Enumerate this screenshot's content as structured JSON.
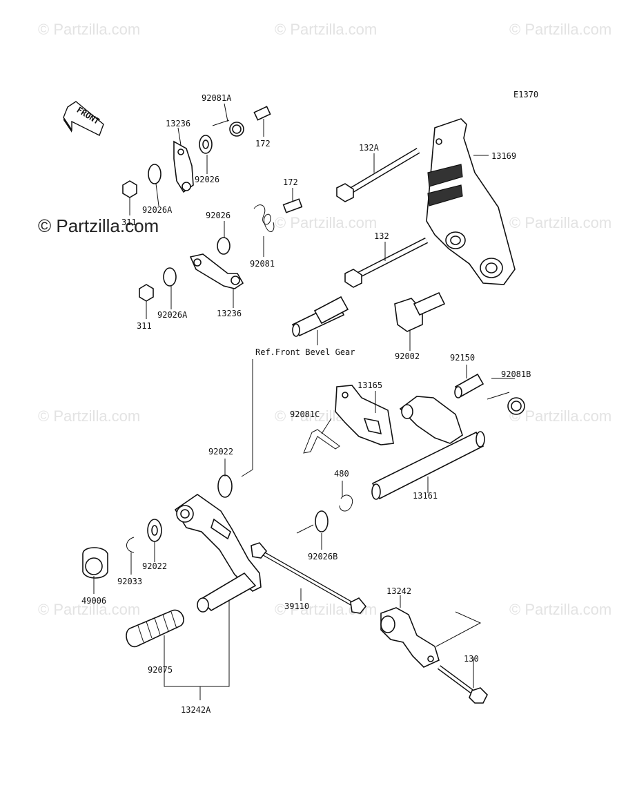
{
  "watermark": {
    "text": "© Partzilla.com",
    "text_strong": "© Partzilla.com"
  },
  "diagram_code": "E1370",
  "front_label": "FRONT",
  "ref_note": "Ref.Front Bevel Gear",
  "labels": {
    "l92081A": "92081A",
    "l13236a": "13236",
    "l172a": "172",
    "l92026a": "92026",
    "l92026Aa": "92026A",
    "l311a": "311",
    "l172b": "172",
    "l92026b": "92026",
    "l92081": "92081",
    "l311b": "311",
    "l92026Ab": "92026A",
    "l13236b": "13236",
    "l132A": "132A",
    "l13169": "13169",
    "l132": "132",
    "l92002": "92002",
    "l92150": "92150",
    "l92081B": "92081B",
    "l13165": "13165",
    "l92081C": "92081C",
    "l92022a": "92022",
    "l480": "480",
    "l13161": "13161",
    "l92026B": "92026B",
    "l92022b": "92022",
    "l49006": "49006",
    "l92033": "92033",
    "l39110": "39110",
    "l13242": "13242",
    "l92075": "92075",
    "l130": "130",
    "l13242A": "13242A"
  }
}
